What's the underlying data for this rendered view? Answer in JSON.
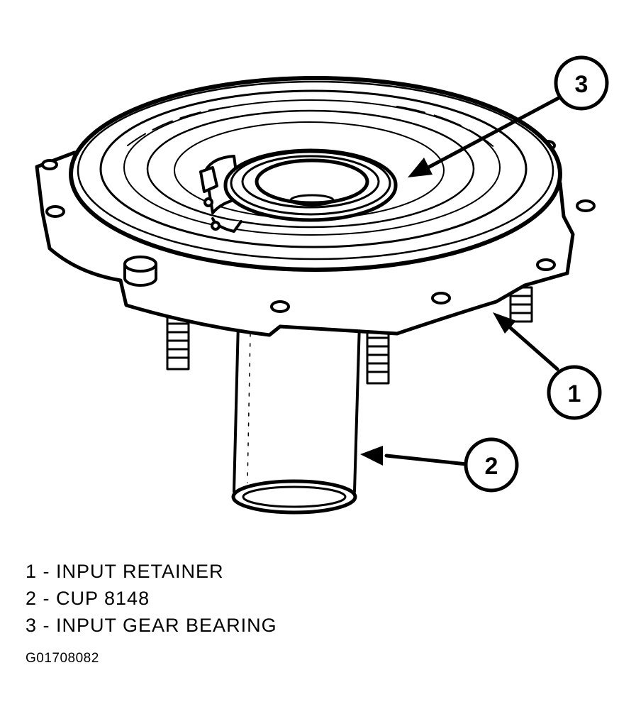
{
  "callouts": [
    {
      "number": "1",
      "label": "INPUT RETAINER"
    },
    {
      "number": "2",
      "label": "CUP 8148"
    },
    {
      "number": "3",
      "label": "INPUT GEAR BEARING"
    }
  ],
  "legend": [
    "1 - INPUT RETAINER",
    "2 - CUP 8148",
    "3 - INPUT GEAR BEARING"
  ],
  "figure_code": "G01708082"
}
